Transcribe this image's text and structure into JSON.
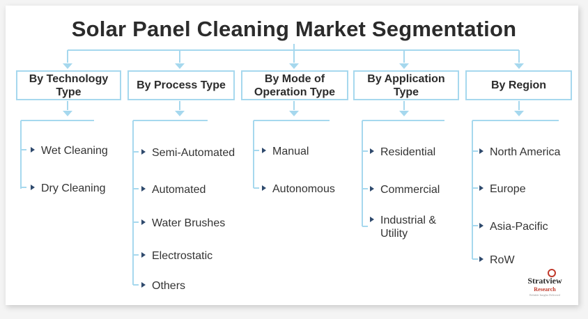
{
  "title": "Solar Panel Cleaning Market Segmentation",
  "segments": [
    {
      "label": "By Technology Type",
      "items": [
        "Wet Cleaning",
        "Dry Cleaning"
      ]
    },
    {
      "label": "By Process Type",
      "items": [
        "Semi-Automated",
        "Automated",
        "Water Brushes",
        "Electrostatic",
        "Others"
      ]
    },
    {
      "label": "By Mode of Operation Type",
      "items": [
        "Manual",
        "Autonomous"
      ]
    },
    {
      "label": "By Application Type",
      "items": [
        "Residential",
        "Commercial",
        "Industrial & Utility"
      ]
    },
    {
      "label": "By Region",
      "items": [
        "North America",
        "Europe",
        "Asia-Pacific",
        "RoW"
      ]
    }
  ],
  "logo": {
    "brand": "Stratview",
    "sub": "Research",
    "tag": "Reliable Insights Delivered"
  },
  "colors": {
    "connector": "#a6d8ee",
    "box_border": "#a6d8ee",
    "bullet": "#2f4a6d",
    "title": "#2b2b2b"
  }
}
